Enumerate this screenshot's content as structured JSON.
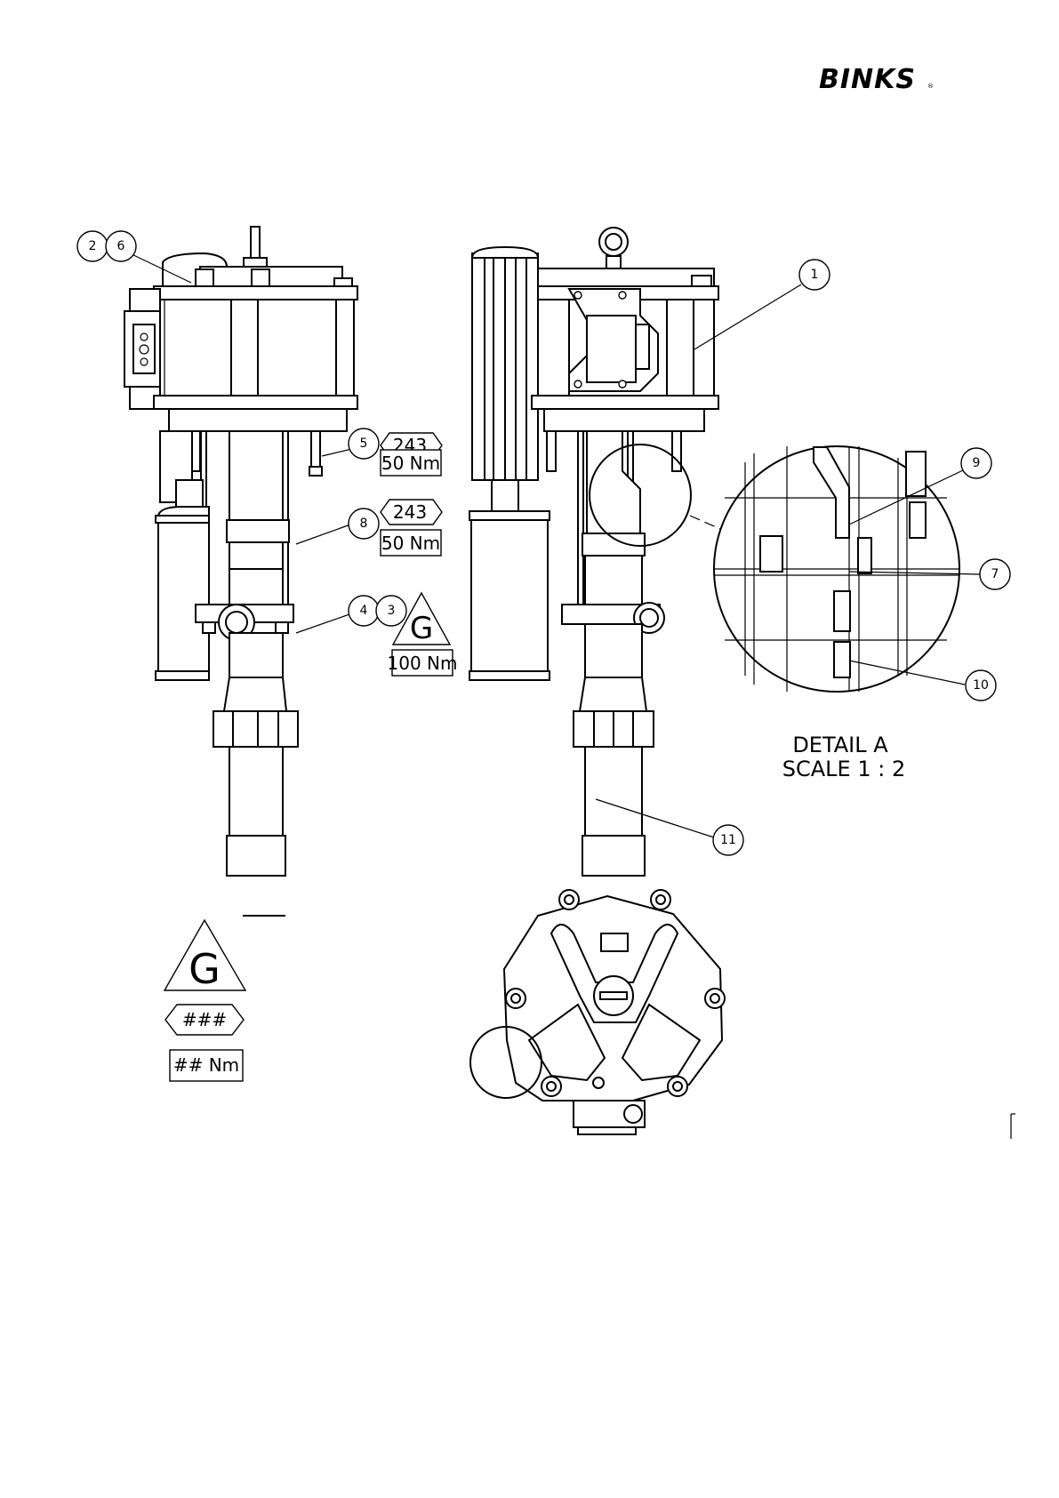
{
  "brand": {
    "logo_text": "BINKS",
    "registered_mark": "®"
  },
  "callouts": [
    {
      "id": "bubble-1",
      "text": "1"
    },
    {
      "id": "bubble-2",
      "text": "2"
    },
    {
      "id": "bubble-3",
      "text": "3"
    },
    {
      "id": "bubble-4",
      "text": "4"
    },
    {
      "id": "bubble-5",
      "text": "5"
    },
    {
      "id": "bubble-6",
      "text": "6"
    },
    {
      "id": "bubble-7",
      "text": "7"
    },
    {
      "id": "bubble-8",
      "text": "8"
    },
    {
      "id": "bubble-9",
      "text": "9"
    },
    {
      "id": "bubble-10",
      "text": "10"
    },
    {
      "id": "bubble-11",
      "text": "11"
    }
  ],
  "annotations": {
    "adhesive_5": "243",
    "torque_5": "50 Nm",
    "adhesive_8": "243",
    "torque_8": "50 Nm",
    "grease_symbol": "G",
    "torque_4": "100 Nm"
  },
  "legend": {
    "grease_symbol": "G",
    "adhesive_placeholder": "###",
    "torque_placeholder": "## Nm"
  },
  "detail": {
    "title": "DETAIL A",
    "scale": "SCALE 1 : 2"
  }
}
